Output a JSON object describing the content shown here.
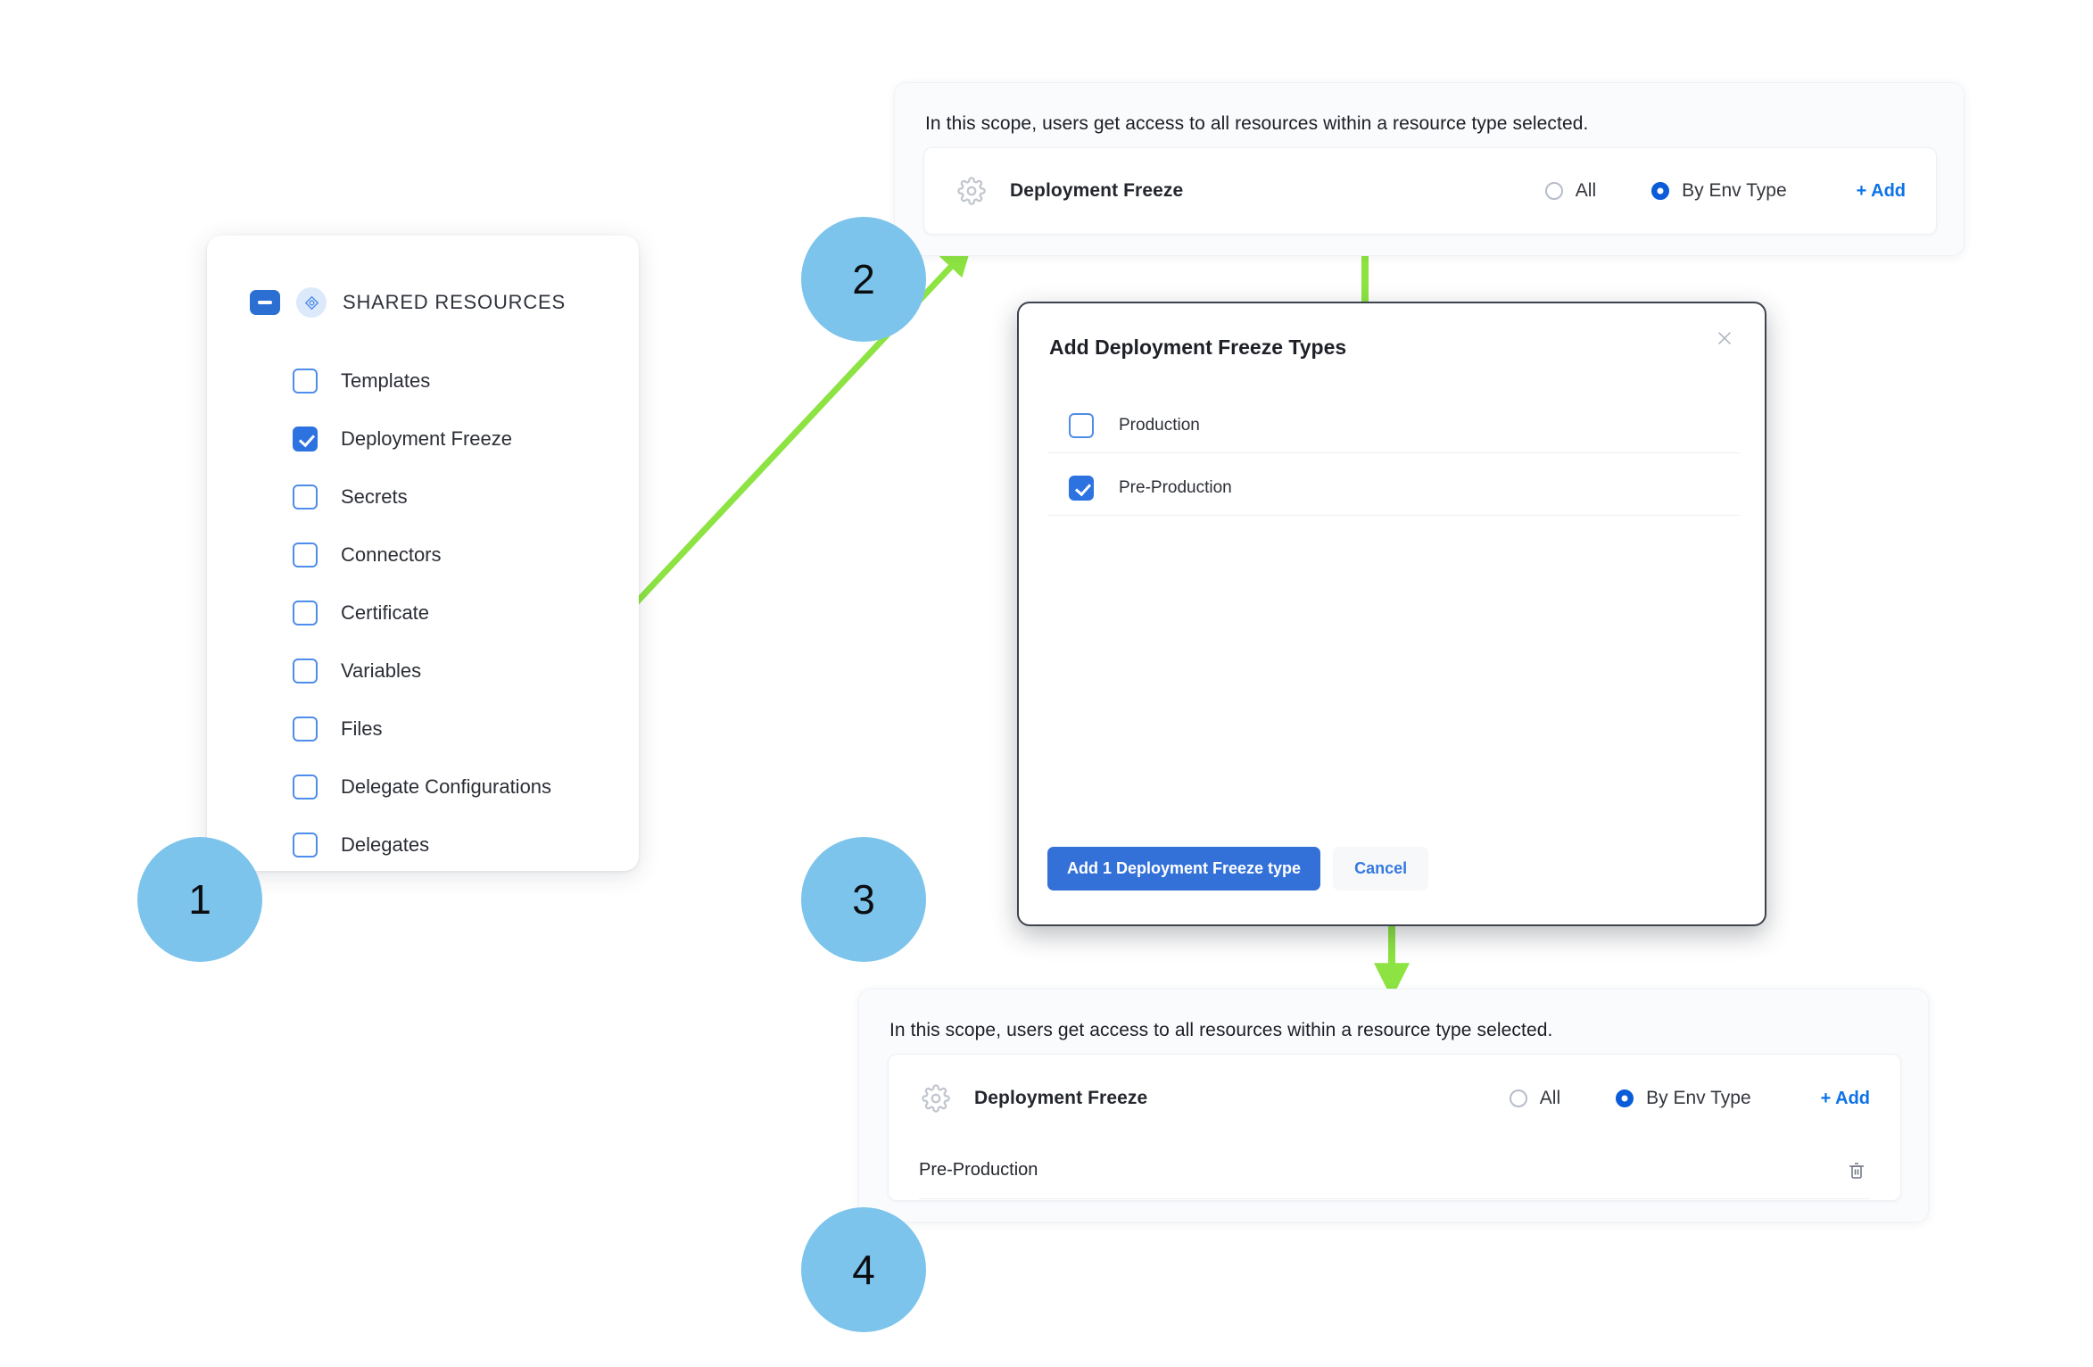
{
  "steps": [
    {
      "n": "1"
    },
    {
      "n": "2"
    },
    {
      "n": "3"
    },
    {
      "n": "4"
    }
  ],
  "tree": {
    "header_label": "SHARED RESOURCES",
    "collapse_icon": "minus-icon",
    "group_icon": "shared-resources-icon",
    "items": [
      {
        "label": "Templates",
        "checked": false
      },
      {
        "label": "Deployment Freeze",
        "checked": true
      },
      {
        "label": "Secrets",
        "checked": false
      },
      {
        "label": "Connectors",
        "checked": false
      },
      {
        "label": "Certificate",
        "checked": false
      },
      {
        "label": "Variables",
        "checked": false
      },
      {
        "label": "Files",
        "checked": false
      },
      {
        "label": "Delegate Configurations",
        "checked": false
      },
      {
        "label": "Delegates",
        "checked": false
      }
    ]
  },
  "scope_panel_top": {
    "note": "In this scope, users get access to all resources within a resource type selected.",
    "resource": {
      "icon": "gear-icon",
      "title": "Deployment Freeze",
      "options": [
        {
          "label": "All",
          "selected": false
        },
        {
          "label": "By Env Type",
          "selected": true
        }
      ],
      "add_label": "+ Add"
    }
  },
  "scope_panel_bottom": {
    "note": "In this scope, users get access to all resources within a resource type selected.",
    "resource": {
      "icon": "gear-icon",
      "title": "Deployment Freeze",
      "options": [
        {
          "label": "All",
          "selected": false
        },
        {
          "label": "By Env Type",
          "selected": true
        }
      ],
      "add_label": "+ Add"
    },
    "selected_items": [
      {
        "label": "Pre-Production",
        "delete_icon": "trash-icon"
      }
    ]
  },
  "modal": {
    "title": "Add Deployment Freeze Types",
    "close_icon": "close-icon",
    "options": [
      {
        "label": "Production",
        "checked": false
      },
      {
        "label": "Pre-Production",
        "checked": true
      }
    ],
    "primary_button": "Add 1 Deployment Freeze type",
    "cancel_button": "Cancel"
  },
  "colors": {
    "step_circle": "#7cc4ec",
    "arrow": "#8ce342",
    "accent_blue": "#0b72e7",
    "primary_button": "#3371d8",
    "checkbox_checked": "#2c72e0"
  }
}
